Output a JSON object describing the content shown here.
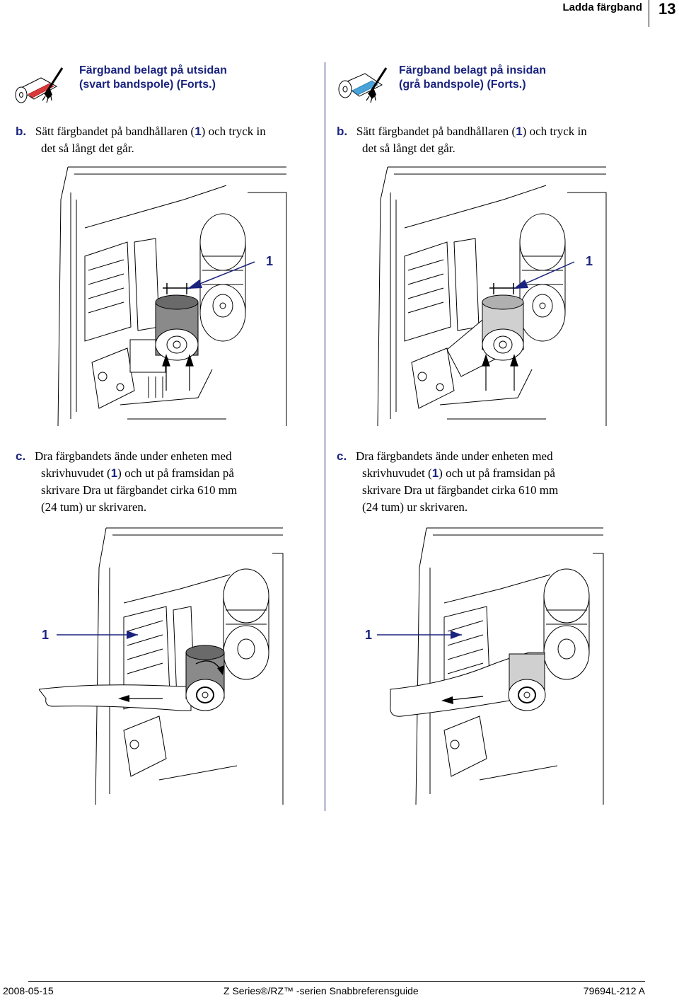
{
  "header": {
    "section_title": "Ladda färgband",
    "page_number": "13"
  },
  "left_column": {
    "heading_line1": "Färgband belagt på utsidan",
    "heading_line2": "(svart bandspole) (Forts.)",
    "step_b": {
      "letter": "b.",
      "text_before": "Sätt färgbandet på bandhållaren (",
      "ref": "1",
      "text_after": ") och tryck in",
      "line2": "det så långt det går."
    },
    "step_c": {
      "letter": "c.",
      "line1": "Dra färgbandets ände under enheten med",
      "l2_before": "skrivhuvudet (",
      "ref": "1",
      "l2_after": ") och ut på framsidan på",
      "line3": "skrivare Dra ut färgbandet cirka 610 mm",
      "line4": "(24 tum) ur skrivaren."
    },
    "callout_b": "1",
    "callout_c": "1"
  },
  "right_column": {
    "heading_line1": "Färgband belagt på insidan",
    "heading_line2": "(grå bandspole) (Forts.)",
    "step_b": {
      "letter": "b.",
      "text_before": "Sätt färgbandet på bandhållaren (",
      "ref": "1",
      "text_after": ") och tryck in",
      "line2": "det så långt det går."
    },
    "step_c": {
      "letter": "c.",
      "line1": "Dra färgbandets ände under enheten med",
      "l2_before": "skrivhuvudet (",
      "ref": "1",
      "l2_after": ") och ut på framsidan på",
      "line3": "skrivare Dra ut färgbandet cirka 610 mm",
      "line4": "(24 tum) ur skrivaren."
    },
    "callout_b": "1",
    "callout_c": "1"
  },
  "footer": {
    "date": "2008-05-15",
    "title": "Z Series®/RZ™ -serien Snabbreferensguide",
    "doc_number": "79694L-212 A"
  },
  "colors": {
    "accent": "#1a237e",
    "roll_dark": "#8a8a8a",
    "roll_light": "#d0d0d0"
  }
}
